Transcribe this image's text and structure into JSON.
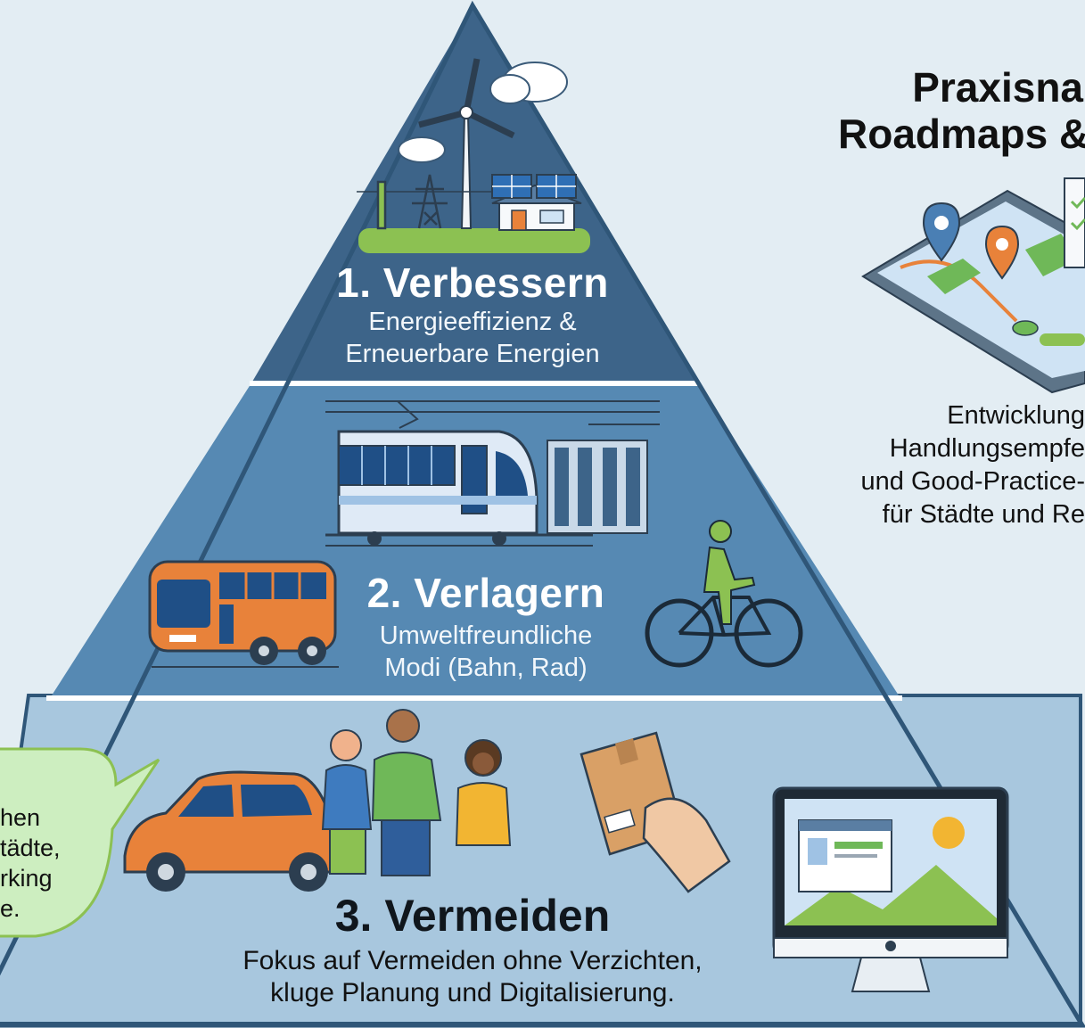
{
  "pyramid": {
    "tier1": {
      "title": "1. Verbessern",
      "line1": "Energieeffizienz &",
      "line2": "Erneuerbare Energien"
    },
    "tier2": {
      "title": "2. Verlagern",
      "line1": "Umweltfreundliche",
      "line2": "Modi (Bahn, Rad)"
    },
    "tier3": {
      "title": "3. Vermeiden",
      "line1": "Fokus auf Vermeiden ohne Verzichten,",
      "line2": "kluge Planung und Digitalisierung."
    }
  },
  "right_panel": {
    "title_line1": "Praxisna",
    "title_line2": "Roadmaps &",
    "desc_line1": "Entwicklung",
    "desc_line2": "Handlungsempfe",
    "desc_line3": "und Good-Practice-",
    "desc_line4": "für Städte und Re"
  },
  "speech_bubble": {
    "line1": "hen",
    "line2": "tädte,",
    "line3": "rking",
    "line4": "e."
  },
  "colors": {
    "background": "#e3edf3",
    "tier1": "#3d6489",
    "tier2": "#5689b3",
    "tier3": "#a8c7de",
    "bubble": "#cdeec0",
    "accent_orange": "#e8823a",
    "accent_green": "#8cc152"
  }
}
